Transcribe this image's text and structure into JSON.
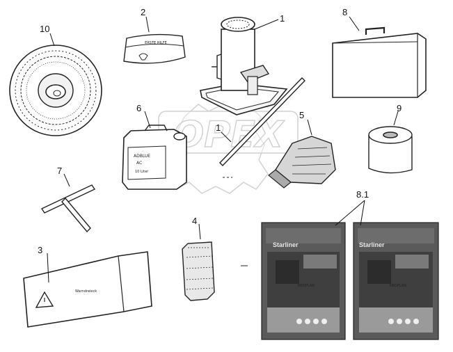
{
  "watermark": {
    "brand": "OPEX"
  },
  "callouts": {
    "c1_jack": "1",
    "c1_handle": "1",
    "c2": "2",
    "c3": "3",
    "c4": "4",
    "c5": "5",
    "c6": "6",
    "c7": "7",
    "c8": "8",
    "c8_1": "8.1",
    "c9": "9",
    "c10": "10"
  },
  "item_text": {
    "first_aid_case": "ERSTE HILFE",
    "canister_line1": "ADBLUE",
    "canister_line2": "AC",
    "canister_line3": "10 Liter",
    "warning_triangle_case": "Warndreieck",
    "book_brand": "Starliner",
    "book_logo": "NEOPLAN"
  }
}
